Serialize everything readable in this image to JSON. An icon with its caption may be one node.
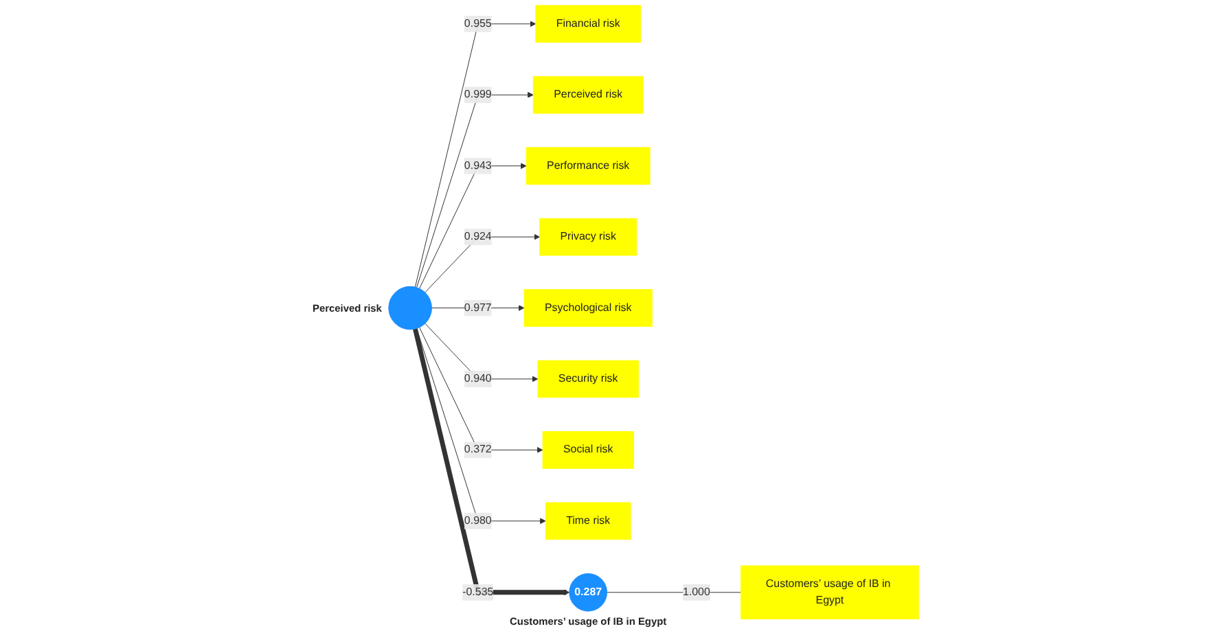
{
  "diagram": {
    "nodes": [
      {
        "text": [
          "Financial risk"
        ]
      },
      {
        "text": [
          "Perceived risk"
        ]
      },
      {
        "text": [
          "Performance risk"
        ]
      },
      {
        "text": [
          "Privacy risk"
        ]
      },
      {
        "text": [
          "Psychological risk"
        ]
      },
      {
        "text": [
          "Security risk"
        ]
      },
      {
        "text": [
          "Social risk"
        ]
      },
      {
        "text": [
          "Time risk"
        ]
      },
      {
        "text": [],
        "shape": "circle",
        "beside": [
          "Perceived risk"
        ]
      },
      {
        "text": [
          "0.287"
        ],
        "beside": [
          "Customers’ usage of IB in Egypt"
        ]
      },
      {
        "text": [
          "Customers’ usage of IB in Egypt"
        ]
      }
    ],
    "edges": [
      {
        "from": 8,
        "to": 0,
        "arrow": "to",
        "label": "0.955"
      },
      {
        "from": 8,
        "to": 1,
        "arrow": "to",
        "label": "0.999"
      },
      {
        "from": 8,
        "to": 2,
        "arrow": "to",
        "label": "0.943"
      },
      {
        "from": 8,
        "to": 3,
        "arrow": "to",
        "label": "0.924"
      },
      {
        "from": 8,
        "to": 4,
        "arrow": "to",
        "label": "0.977"
      },
      {
        "from": 8,
        "to": 5,
        "arrow": "to",
        "label": "0.940"
      },
      {
        "from": 8,
        "to": 6,
        "arrow": "to",
        "label": "0.372"
      },
      {
        "from": 8,
        "to": 7,
        "arrow": "to",
        "label": "0.980"
      },
      {
        "from": 8,
        "to": 9,
        "arrow": "to",
        "label": "-0.535",
        "style": "thick"
      },
      {
        "from": 9,
        "to": 10,
        "arrow": "none",
        "label": "1.000"
      }
    ]
  }
}
